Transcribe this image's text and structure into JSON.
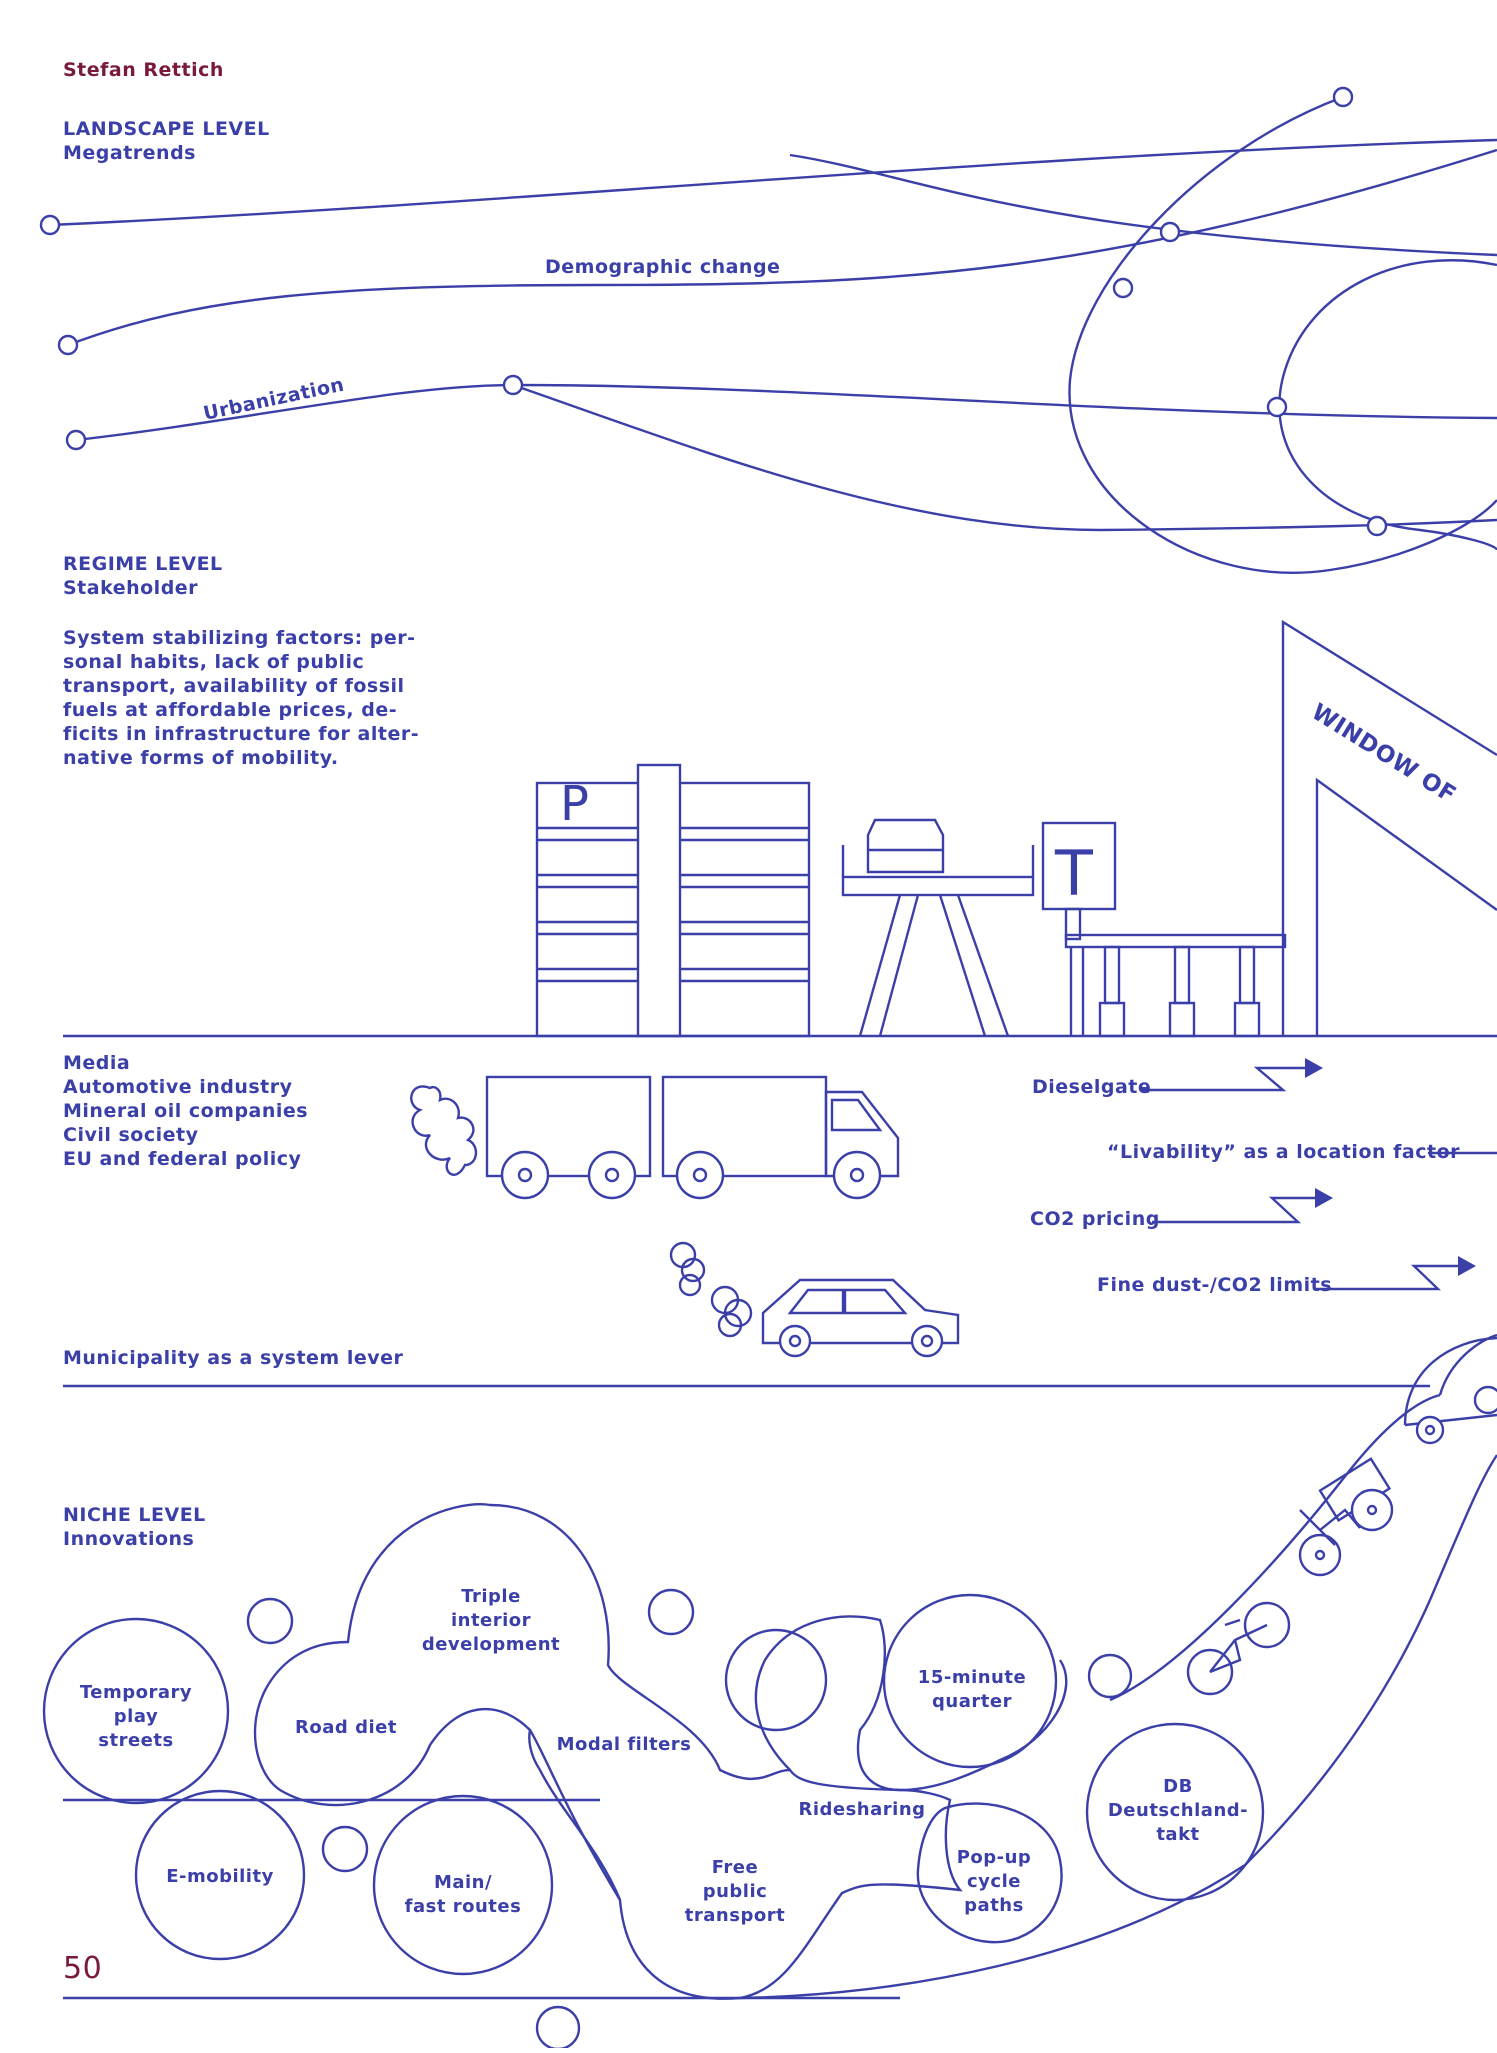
{
  "page": {
    "author": "Stefan Rettich",
    "page_number": "50"
  },
  "colors": {
    "ink": "#3b3fa8",
    "accent": "#7a1a3a"
  },
  "landscape": {
    "heading": "LANDSCAPE LEVEL",
    "subheading": "Megatrends",
    "trend_demographic": "Demographic change",
    "trend_urbanization": "Urbanization"
  },
  "regime": {
    "heading": "REGIME LEVEL",
    "subheading": "Stakeholder",
    "description_lines": [
      "System stabilizing factors: per-",
      "sonal habits, lack of public",
      "transport, availability of fossil",
      "fuels at affordable prices, de-",
      "ficits in infrastructure for alter-",
      "native forms of mobility."
    ],
    "stakeholders": [
      "Media",
      "Automotive industry",
      "Mineral oil companies",
      "Civil society",
      "EU and federal policy"
    ],
    "window_text": "WINDOW OF",
    "parking_sign": "P",
    "fuel_sign": "T",
    "pressures": {
      "dieselgate": "Dieselgate",
      "livability": "“Livability” as a location factor",
      "co2_pricing": "CO2 pricing",
      "fine_dust": "Fine dust-/CO2 limits"
    },
    "municipality": "Municipality as a system lever"
  },
  "niche": {
    "heading": "NICHE LEVEL",
    "subheading": "Innovations",
    "bubbles": {
      "temporary": [
        "Temporary",
        "play",
        "streets"
      ],
      "road_diet": [
        "Road diet"
      ],
      "triple": [
        "Triple",
        "interior",
        "development"
      ],
      "modal": [
        "Modal filters"
      ],
      "emobility": [
        "E-mobility"
      ],
      "main_routes": [
        "Main/",
        "fast routes"
      ],
      "free_transport": [
        "Free",
        "public",
        "transport"
      ],
      "ridesharing": [
        "Ridesharing"
      ],
      "fifteen_minute": [
        "15-minute",
        "quarter"
      ],
      "popup": [
        "Pop-up",
        "cycle",
        "paths"
      ],
      "db": [
        "DB",
        "Deutschland-",
        "takt"
      ]
    }
  }
}
